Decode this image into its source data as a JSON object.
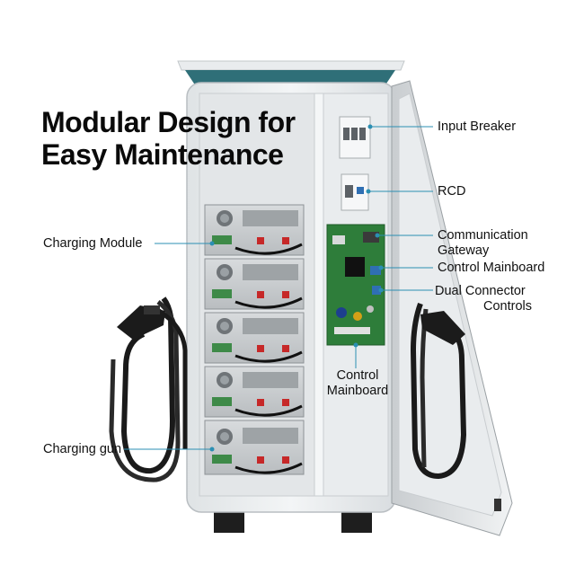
{
  "title": {
    "line1": "Modular Design for",
    "line2": "Easy Maintenance"
  },
  "callouts": {
    "input_breaker": "Input Breaker",
    "rcd": "RCD",
    "communication_gateway_line1": "Communication",
    "communication_gateway_line2": "Gateway",
    "control_mainboard_right": "Control Mainboard",
    "dual_connector_line1": "Dual Connector",
    "dual_connector_line2": "Controls",
    "control_mainboard_bottom_line1": "Control",
    "control_mainboard_bottom_line2": "Mainboard",
    "charging_module": "Charging Module",
    "charging_gun": "Charging gun"
  },
  "colors": {
    "accent_teal": "#2f6f78",
    "cabinet_body": "#eef0f1",
    "leader_line": "#2b8fb3",
    "pcb_green": "#2e7d3a"
  }
}
